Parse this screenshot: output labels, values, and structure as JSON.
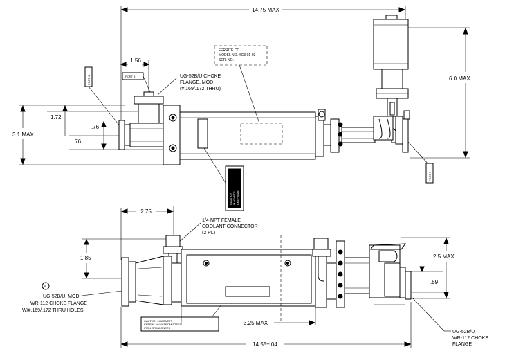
{
  "dimensions": {
    "overall_top": "14.75 MAX",
    "port3_offset": "1.56",
    "height_left": "3.1 MAX",
    "dim_172": "1.72",
    "dim_076a": ".76",
    "dim_076b": ".76",
    "height_right": "6.0 MAX",
    "dim_275": "2.75",
    "dim_185": "1.85",
    "dim_25": "2.5 MAX",
    "dim_059": ".59",
    "dim_325": "3.25 MAX",
    "overall_bottom": "14.55±.04"
  },
  "ports": {
    "port1": "PORT 1",
    "port2": "PORT 2",
    "port3": "PORT 3"
  },
  "nameplate": {
    "line1": "FERRITE CO.",
    "line2": "MODEL NO. XC3-01-03",
    "line3": "SER. NO."
  },
  "notes": {
    "choke_top": [
      "UG-52B/U CHOKE",
      "FLANGE, MOD,",
      "(#.169/.172 THRU)"
    ],
    "coolant": [
      "1/4-NPT FEMALE",
      "COOLANT CONNECTOR",
      "(2 PL)"
    ],
    "choke_left": [
      "UG-52B/U, MOD",
      "WR-112 CHOKE FLANGE",
      "W/#.169/.172 THRU HOLES"
    ],
    "choke_right": [
      "UG-52B/U",
      "WR-112 CHOKE",
      "FLANGE"
    ],
    "symbol_b": "B"
  },
  "caution_vertical": [
    "CAUTION",
    "MAGNETS",
    "KEEP AWAY",
    "FROM STEEL"
  ],
  "caution_label": [
    "CAUTION - MAGNETS",
    "KEEP 6\" AWAY FROM STEEL",
    "IRON OR MAGNETS"
  ]
}
